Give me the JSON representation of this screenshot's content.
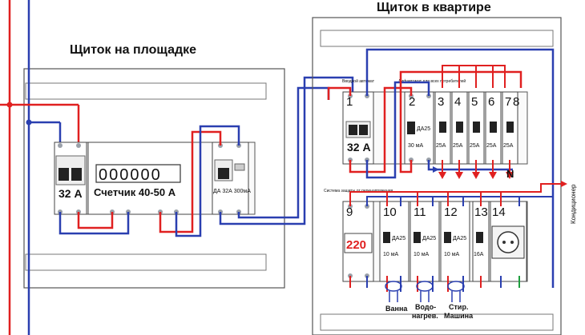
{
  "titles": {
    "landing": "Щиток на площадке",
    "apartment": "Щиток в квартире"
  },
  "landing": {
    "breaker_rating": "32 А",
    "meter_digits": "000000",
    "meter_label": "Счетчик 40-50 А",
    "rcd_label": "ДА 32А 300мА"
  },
  "apartment": {
    "intro_caption": "Вводной автомат",
    "diff_caption": "Дифавтомат для всех потребителей",
    "protection_caption": "Система защиты от перенапряжения",
    "main_breaker": "32 А",
    "top_numbers": [
      "1",
      "2",
      "3",
      "4",
      "5",
      "6",
      "7",
      "8"
    ],
    "top_diff_label": "ДА25",
    "top_diff_current": "30 мА",
    "top_ratings": [
      "25A",
      "25A",
      "25A",
      "25A",
      "25A"
    ],
    "neutral_label": "N",
    "bottom_numbers": [
      "9",
      "10",
      "11",
      "12",
      "13",
      "14"
    ],
    "relay_display": "220",
    "bottom_diff_labels": [
      "ДА25",
      "ДА25",
      "ДА25"
    ],
    "bottom_diff_currents": [
      "10 мА",
      "10 мА",
      "10 мА"
    ],
    "bottom_rating": "16A",
    "consumers": [
      "Ванна",
      "Водо-\nнагрев.",
      "Стир.\nМашина"
    ],
    "consumer_lines": [
      "Ванна",
      "Водо-",
      "нагрев.",
      "Стир.",
      "Машина"
    ],
    "ac_label": "Кондиционер"
  },
  "colors": {
    "phase": "#e02020",
    "neutral": "#2a3fb0",
    "ground": "#1e9e3e",
    "panel_border": "#444444"
  }
}
